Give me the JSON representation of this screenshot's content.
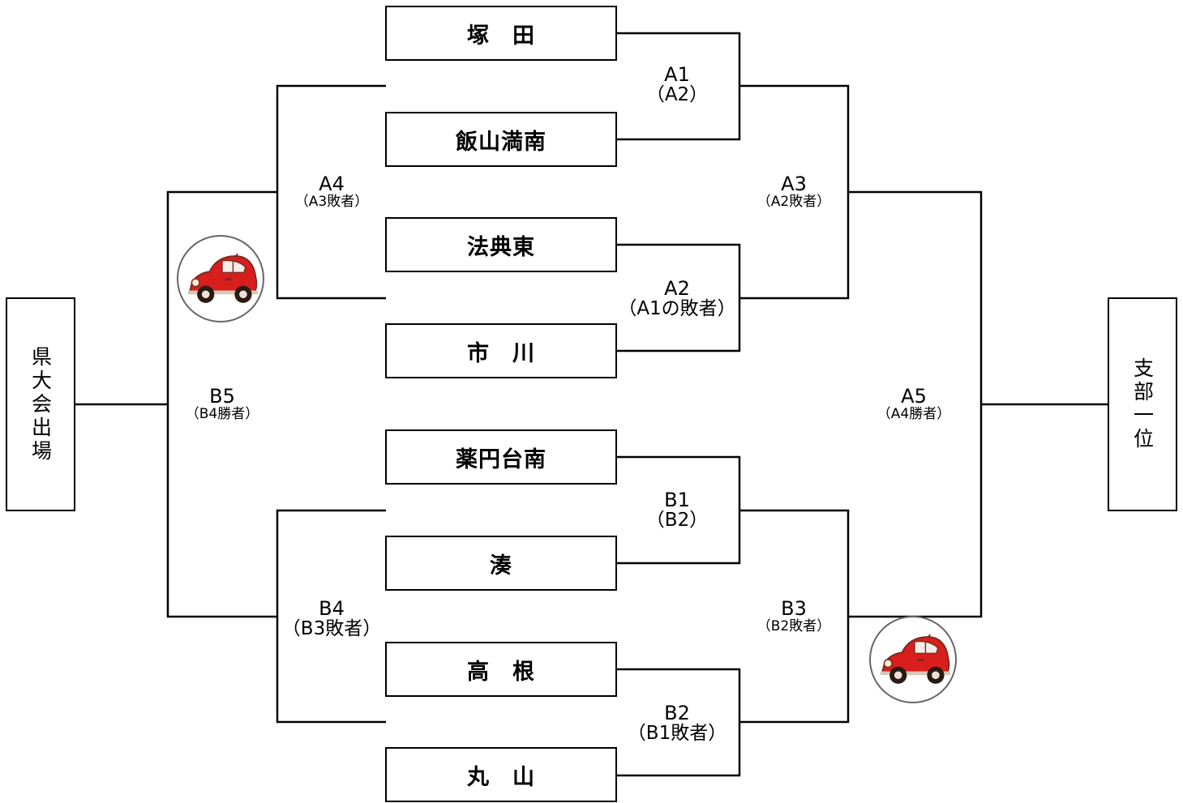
{
  "bracket": {
    "left_destination": {
      "label": "県大会出場"
    },
    "right_destination": {
      "label": "支部一位"
    },
    "teams": [
      {
        "name": "塚　田"
      },
      {
        "name": "飯山満南"
      },
      {
        "name": "法典東"
      },
      {
        "name": "市　川"
      },
      {
        "name": "薬円台南"
      },
      {
        "name": "湊"
      },
      {
        "name": "高　根"
      },
      {
        "name": "丸　山"
      }
    ],
    "matches": {
      "a1": {
        "id": "A1",
        "note": "（A2）"
      },
      "a2": {
        "id": "A2",
        "note": "（A1の敗者）"
      },
      "a3": {
        "id": "A3",
        "note": "（A2敗者）"
      },
      "a4": {
        "id": "A4",
        "note": "（A3敗者）"
      },
      "a5": {
        "id": "A5",
        "note": "（A4勝者）"
      },
      "b1": {
        "id": "B1",
        "note": "（B2）"
      },
      "b2": {
        "id": "B2",
        "note": "（B1敗者）"
      },
      "b3": {
        "id": "B3",
        "note": "（B2敗者）"
      },
      "b4": {
        "id": "B4",
        "note": "（B3敗者）"
      },
      "b5": {
        "id": "B5",
        "note": "（B4勝者）"
      }
    },
    "colors": {
      "line": "#000000",
      "car_body": "#d91e1e",
      "car_badge_border": "#666666"
    }
  },
  "icons": {
    "car": "red-car-icon"
  }
}
